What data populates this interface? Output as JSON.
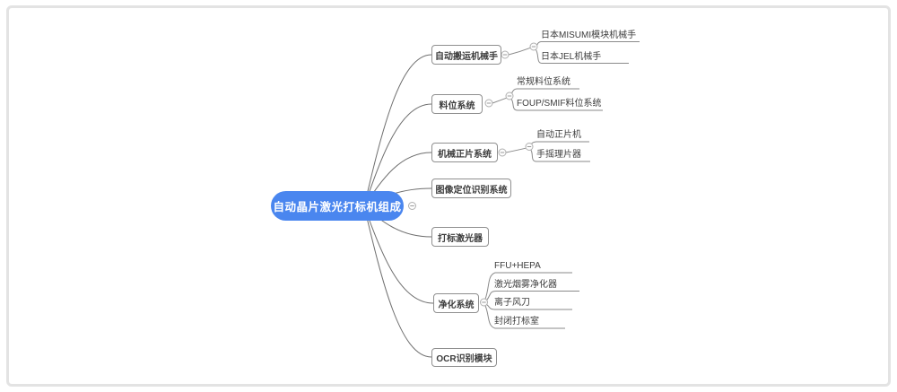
{
  "colors": {
    "root_bg": "#4a86ef",
    "root_text": "#ffffff",
    "branch_border": "#8f8f8f",
    "text": "#3c3c3c",
    "connector": "#6f6f6f",
    "card_border": "#e3e3e3"
  },
  "root": {
    "label": "自动晶片激光打标机组成"
  },
  "branches": [
    {
      "label": "自动搬运机械手",
      "children": [
        {
          "label": "日本MISUMI模块机械手"
        },
        {
          "label": "日本JEL机械手"
        }
      ]
    },
    {
      "label": "料位系统",
      "children": [
        {
          "label": "常规料位系统"
        },
        {
          "label": "FOUP/SMIF料位系统"
        }
      ]
    },
    {
      "label": "机械正片系统",
      "children": [
        {
          "label": "自动正片机"
        },
        {
          "label": "手摇理片器"
        }
      ]
    },
    {
      "label": "图像定位识别系统",
      "children": []
    },
    {
      "label": "打标激光器",
      "children": []
    },
    {
      "label": "净化系统",
      "children": [
        {
          "label": "FFU+HEPA"
        },
        {
          "label": "激光烟雾净化器"
        },
        {
          "label": "离子风刀"
        },
        {
          "label": "封闭打标室"
        }
      ]
    },
    {
      "label": "OCR识别模块",
      "children": []
    }
  ]
}
